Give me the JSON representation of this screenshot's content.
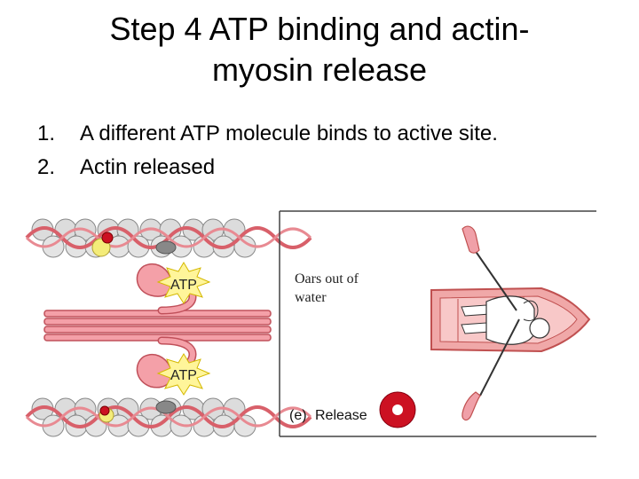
{
  "slide": {
    "title_line1": "Step 4 ATP binding and actin-",
    "title_line2": "myosin release",
    "bullets": [
      {
        "num": "1.",
        "text": "A different ATP molecule binds to active site."
      },
      {
        "num": "2.",
        "text": "Actin released"
      }
    ]
  },
  "figure": {
    "atp_label_top": "ATP",
    "atp_label_bottom": "ATP",
    "analogy_caption_line1": "Oars out of",
    "analogy_caption_line2": "water",
    "panel_letter": "(e)",
    "panel_label": "Release"
  },
  "colors": {
    "myosin_pink": "#f4a0a8",
    "myosin_stroke": "#c0505a",
    "actin_bead": "#dcdcdc",
    "atp_star": "#fff59a",
    "binding_site": "#cc1122",
    "target_ring": "#cc1122"
  }
}
